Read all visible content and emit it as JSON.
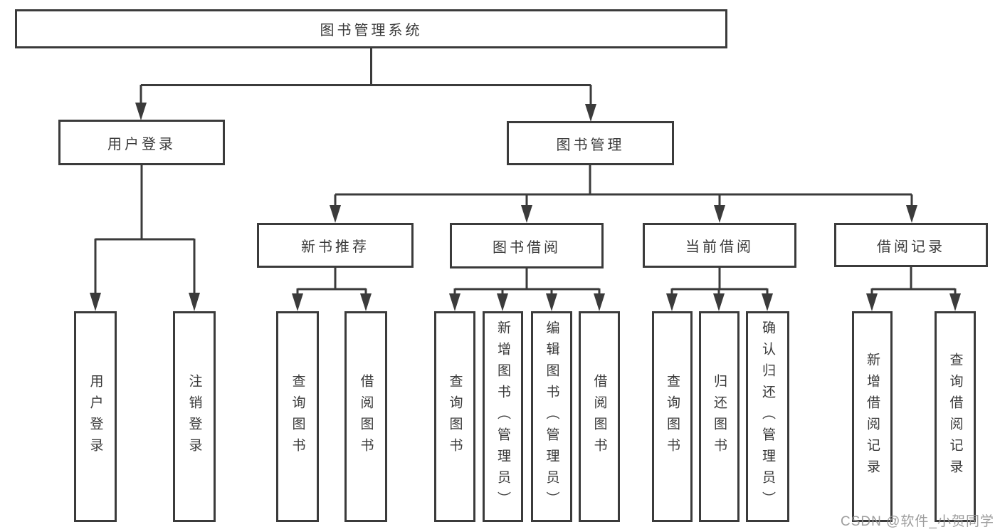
{
  "diagram": {
    "root": {
      "label": "图书管理系统"
    },
    "level2": {
      "user": {
        "label": "用户登录"
      },
      "book": {
        "label": "图书管理"
      }
    },
    "level3": {
      "newbook": {
        "label": "新书推荐"
      },
      "borrow": {
        "label": "图书借阅"
      },
      "current": {
        "label": "当前借阅"
      },
      "record": {
        "label": "借阅记录"
      }
    },
    "leaves": {
      "user": [
        "用户登录",
        "注销登录"
      ],
      "newbook": [
        "查询图书",
        "借阅图书"
      ],
      "borrow": [
        "查询图书",
        "新增图书（管理员）",
        "编辑图书（管理员）",
        "借阅图书"
      ],
      "current": [
        "查询图书",
        "归还图书",
        "确认归还（管理员）"
      ],
      "record": [
        "新增借阅记录",
        "查询借阅记录"
      ]
    }
  },
  "watermark": "CSDN @软件_小贺同学",
  "colors": {
    "line": "#3b3b3b",
    "text": "#3a3a3a",
    "watermark": "#949494",
    "background": "#ffffff"
  }
}
